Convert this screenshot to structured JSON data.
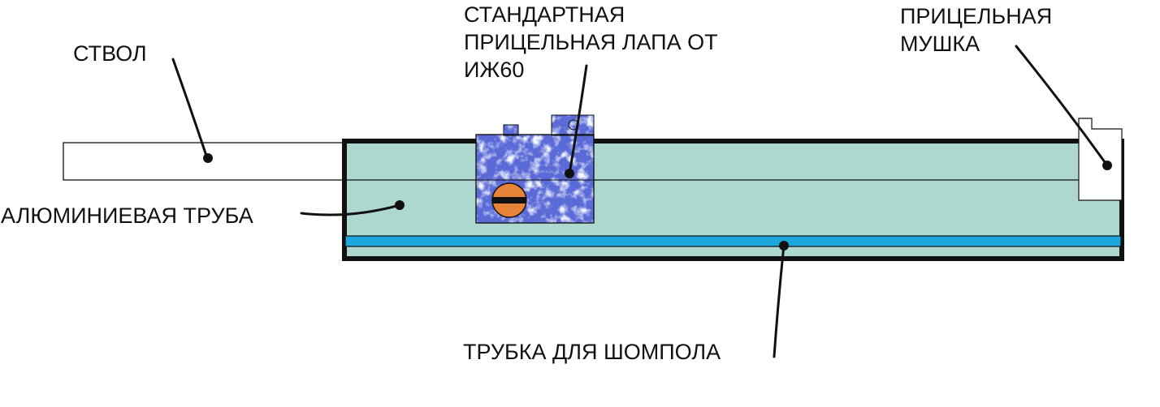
{
  "labels": {
    "barrel": "СТВОЛ",
    "sight_mount": [
      "СТАНДАРТНАЯ",
      "ПРИЦЕЛЬНАЯ ЛАПА ОТ",
      "ИЖ60"
    ],
    "front_sight": [
      "ПРИЦЕЛЬНАЯ",
      "МУШКА"
    ],
    "aluminum_tube": "АЛЮМИНИЕВАЯ ТРУБА",
    "ramrod_tube": "ТРУБКА ДЛЯ ШОМПОЛА"
  },
  "colors": {
    "tube_fill": "#add8cf",
    "ramrod_fill": "#1ea7dc",
    "mount_fill": "#5a6ad6",
    "screw_fill": "#e8843a",
    "outline": "#111111"
  }
}
